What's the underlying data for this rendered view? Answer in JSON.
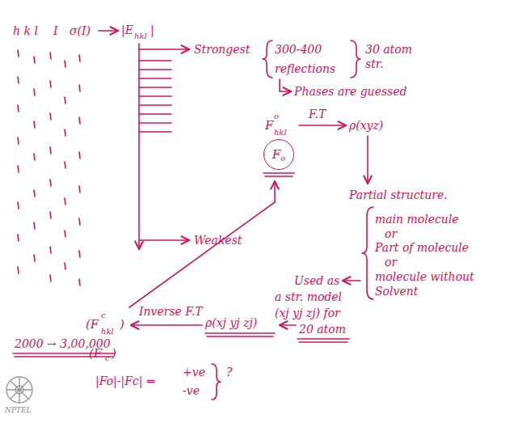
{
  "diagram": {
    "nodes": [
      {
        "text": [
          "F",
          "o"
        ]
      }
    ],
    "labels": [
      "h k l",
      "I",
      "σ(I)",
      "|E",
      "hkl",
      "|",
      "Strongest",
      "Weakest",
      "300-400",
      "reflections",
      "30 atom str.",
      "Phases are guessed",
      "F",
      "o",
      "hkl",
      "F.T",
      "ρ(xyz)",
      "Partial structure.",
      "main molecule",
      "or",
      "Part of molecule",
      "or",
      "molecule without Solvent",
      "Used as",
      "a str. model",
      "(xj yj zj) for",
      "20 atom",
      "ρ(xj yj zj)",
      "Inverse F.T",
      "(F",
      "c",
      "hkl",
      ")",
      "(F",
      "c",
      ")",
      "|Fo|-|Fc| ⇒",
      "+ve",
      "-ve",
      "?",
      "2000 → 3,00,000",
      "NPTEL"
    ]
  }
}
